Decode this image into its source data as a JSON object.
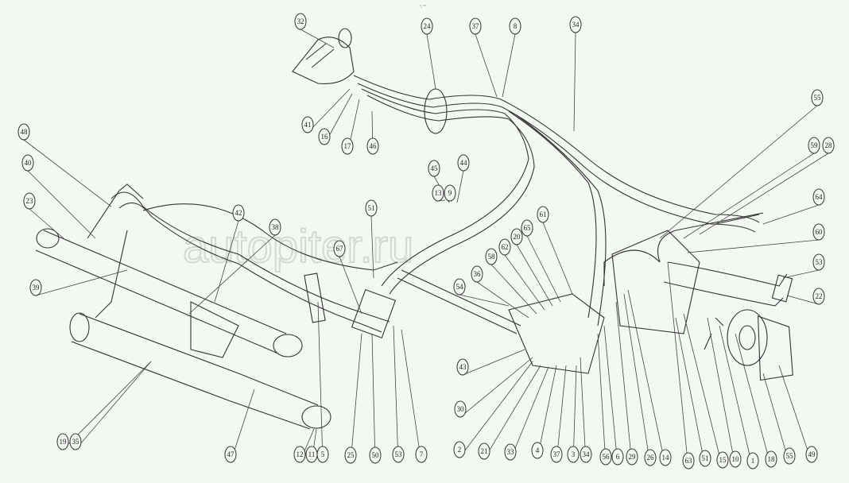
{
  "header_mark": "ᵃ꜀ ᵘⁿ",
  "watermark": "autopiter.ru",
  "callouts": [
    "32",
    "24",
    "37",
    "8",
    "34",
    "41",
    "16",
    "17",
    "46",
    "55",
    "59",
    "28",
    "64",
    "60",
    "53",
    "22",
    "48",
    "40",
    "23",
    "39",
    "42",
    "38",
    "45",
    "44",
    "13",
    "9",
    "51",
    "67",
    "61",
    "65",
    "20",
    "62",
    "58",
    "36",
    "54",
    "43",
    "30",
    "19",
    "35",
    "47",
    "12",
    "11",
    "5",
    "25",
    "50",
    "53",
    "7",
    "2",
    "21",
    "33",
    "4",
    "37",
    "3",
    "34",
    "56",
    "6",
    "29",
    "26",
    "14",
    "63",
    "51",
    "15",
    "10",
    "1",
    "18",
    "55",
    "49"
  ]
}
